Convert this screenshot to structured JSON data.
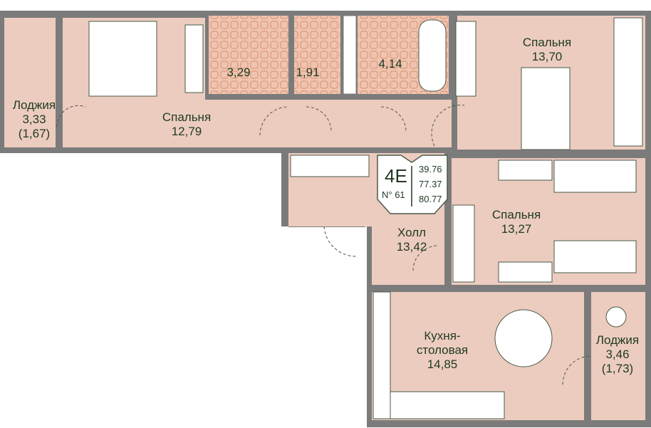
{
  "apartment": {
    "type": "4E",
    "number": "N° 61",
    "areas": [
      "39.76",
      "77.37",
      "80.77"
    ]
  },
  "rooms": [
    {
      "name": "Лоджия",
      "area": "3,33",
      "extra": "(1,67)"
    },
    {
      "name": "Спальня",
      "area": "12,79"
    },
    {
      "name": "",
      "area": "3,29"
    },
    {
      "name": "",
      "area": "1,91"
    },
    {
      "name": "",
      "area": "4,14"
    },
    {
      "name": "Спальня",
      "area": "13,70"
    },
    {
      "name": "Спальня",
      "area": "13,27"
    },
    {
      "name": "Холл",
      "area": "13,42"
    },
    {
      "name": "Кухня-",
      "name2": "столовая",
      "area": "14,85"
    },
    {
      "name": "Лоджия",
      "area": "3,46",
      "extra": "(1,73)"
    }
  ],
  "colors": {
    "room": "#ecccbf",
    "wall": "#7b7b7b",
    "tile": "#e2a488",
    "text": "#1f3a22"
  }
}
